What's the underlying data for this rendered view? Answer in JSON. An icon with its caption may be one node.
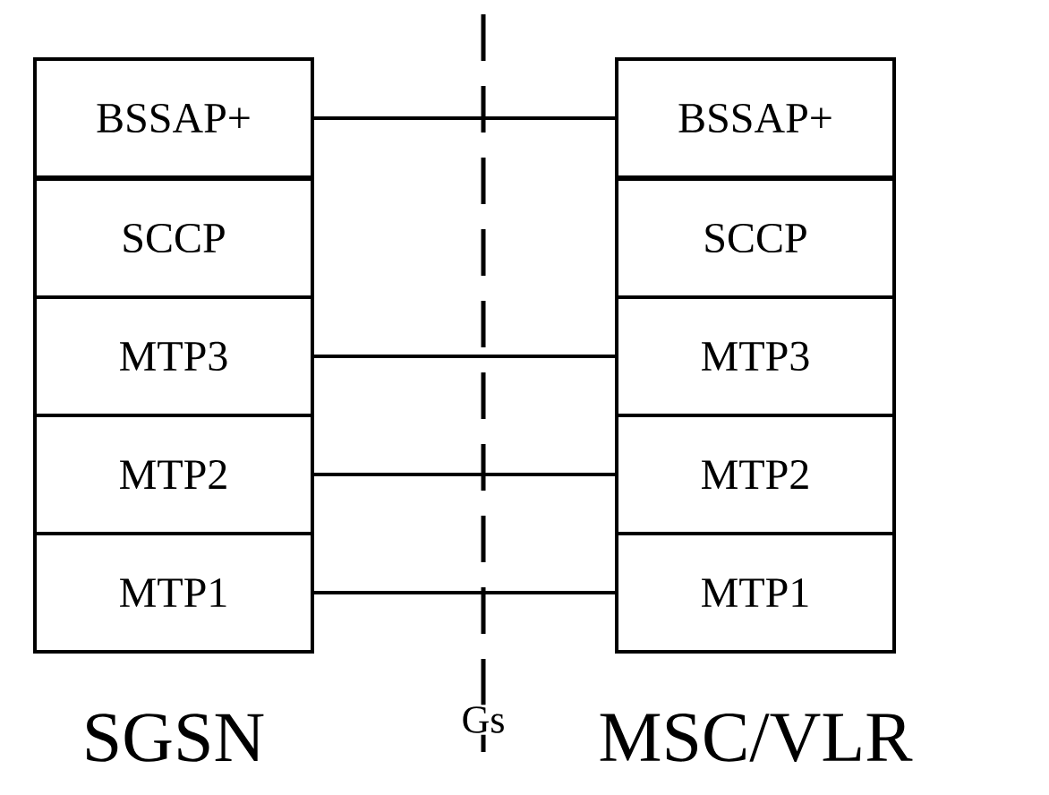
{
  "diagram": {
    "nodes": [
      {
        "text": [
          "BSSAP+"
        ]
      },
      {
        "text": [
          "SCCP"
        ]
      },
      {
        "text": [
          "MTP3"
        ]
      },
      {
        "text": [
          "MTP2"
        ]
      },
      {
        "text": [
          "MTP1"
        ]
      },
      {
        "text": [
          "BSSAP+"
        ]
      },
      {
        "text": [
          "SCCP"
        ]
      },
      {
        "text": [
          "MTP3"
        ]
      },
      {
        "text": [
          "MTP2"
        ]
      },
      {
        "text": [
          "MTP1"
        ]
      }
    ],
    "edges": [
      {
        "from": 0,
        "to": 5,
        "arrow": "none"
      },
      {
        "from": 2,
        "to": 7,
        "arrow": "none"
      },
      {
        "from": 3,
        "to": 8,
        "arrow": "none"
      },
      {
        "from": 4,
        "to": 9,
        "arrow": "none"
      }
    ],
    "labels": [
      "SGSN",
      "Gs",
      "MSC/VLR"
    ]
  }
}
